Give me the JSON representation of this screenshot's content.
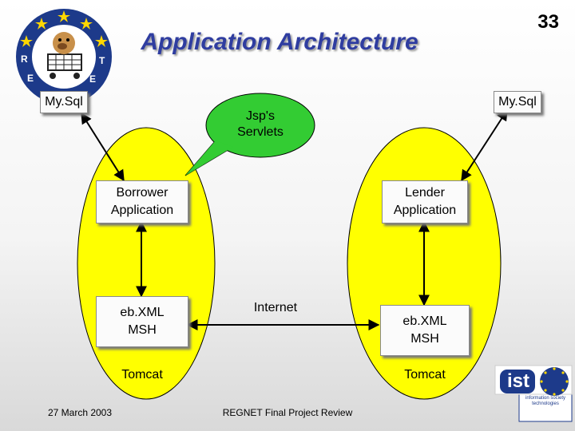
{
  "slide_number": "33",
  "title": "Application Architecture",
  "left_db_label": "My.Sql",
  "right_db_label": "My.Sql",
  "callout_text": "Jsp's\nServlets",
  "borrower_app": "Borrower\nApplication",
  "lender_app": "Lender\nApplication",
  "left_msh": "eb.XML\nMSH",
  "right_msh": "eb.XML\nMSH",
  "internet_label": "Internet",
  "left_server": "Tomcat",
  "right_server": "Tomcat",
  "footer_date": "27 March 2003",
  "footer_center": "REGNET Final Project Review",
  "ist_logo": {
    "text": "ist",
    "tagline": "information society technologies"
  },
  "colors": {
    "ellipse": "#ffff00",
    "callout": "#33cc33",
    "title": "#2f3da0"
  }
}
